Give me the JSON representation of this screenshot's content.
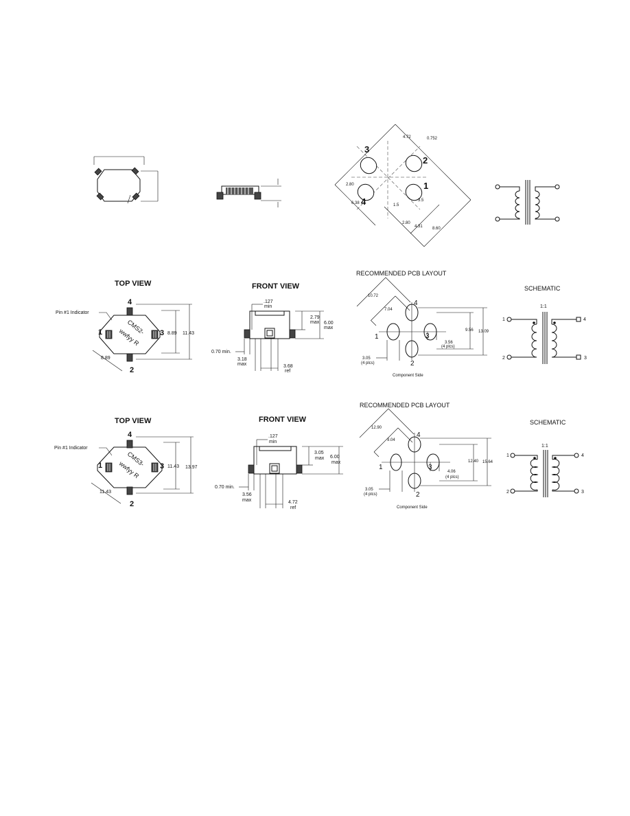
{
  "row2": {
    "top_view": {
      "title": "TOP VIEW",
      "pin_indicator": "Pin #1 Indicator",
      "marking_1": "CMS2-",
      "marking_2": "wwfyy R",
      "pin_1": "1",
      "pin_2": "2",
      "pin_3": "3",
      "pin_4": "4",
      "dim_inner": "8.89",
      "dim_outer": "11.43",
      "dim_diag": "8.89"
    },
    "front_view": {
      "title": "FRONT VIEW",
      "dim_127": ".127",
      "dim_127_sub": "min",
      "dim_279": "2.79",
      "dim_279_sub": "max",
      "dim_600": "6.00",
      "dim_600_sub": "max",
      "dim_070": "0.70 min.",
      "dim_318": "3.18",
      "dim_318_sub": "max",
      "dim_368": "3.68",
      "dim_368_sub": "ref"
    },
    "pcb": {
      "title": "RECOMMENDED PCB LAYOUT",
      "dim_1072": "10.72",
      "dim_704": "7.04",
      "dim_956": "9.56",
      "dim_1309": "13.09",
      "dim_356": "3.56",
      "dim_356_sub": "(4 plcs)",
      "dim_305": "3.05",
      "dim_305_sub": "(4 plcs)",
      "pin_1": "1",
      "pin_2": "2",
      "pin_3": "3",
      "pin_4": "4",
      "footer": "Component Side"
    },
    "schematic": {
      "title": "SCHEMATIC",
      "ratio": "1:1",
      "pin_1": "1",
      "pin_2": "2",
      "pin_3": "3",
      "pin_4": "4"
    }
  },
  "row3": {
    "top_view": {
      "title": "TOP VIEW",
      "pin_indicator": "Pin #1 Indicator",
      "marking_1": "CMS3-",
      "marking_2": "wwfyy R",
      "pin_1": "1",
      "pin_2": "2",
      "pin_3": "3",
      "pin_4": "4",
      "dim_inner": "11.43",
      "dim_outer": "13.97",
      "dim_diag": "11.43"
    },
    "front_view": {
      "title": "FRONT VIEW",
      "dim_127": ".127",
      "dim_127_sub": "min",
      "dim_305": "3.05",
      "dim_305_sub": "max",
      "dim_600": "6.00",
      "dim_600_sub": "max",
      "dim_070": "0.70 min.",
      "dim_356": "3.56",
      "dim_356_sub": "max",
      "dim_472": "4.72",
      "dim_472_sub": "ref"
    },
    "pcb": {
      "title": "RECOMMENDED PCB LAYOUT",
      "dim_1290": "12.90",
      "dim_904": "9.04",
      "dim_1240": "12.40",
      "dim_1564": "15.64",
      "dim_406": "4.06",
      "dim_406_sub": "(4 plcs)",
      "dim_305": "3.05",
      "dim_305_sub": "(4 plcs)",
      "pin_1": "1",
      "pin_2": "2",
      "pin_3": "3",
      "pin_4": "4",
      "footer": "Component Side"
    },
    "schematic": {
      "title": "SCHEMATIC",
      "ratio": "1:1",
      "pin_1": "1",
      "pin_2": "2",
      "pin_3": "3",
      "pin_4": "4"
    }
  },
  "row1": {
    "pcb_rot": {
      "pin_1": "1",
      "pin_2": "2",
      "pin_3": "3",
      "pin_4": "4",
      "dim_a": "4.72",
      "dim_b": "0.752",
      "dim_c": "2.80",
      "dim_d": "6.38",
      "dim_e": "1.5",
      "dim_f": "3.5",
      "dim_g": "2.80",
      "dim_h": "4.31",
      "dim_i": "8.60"
    }
  }
}
